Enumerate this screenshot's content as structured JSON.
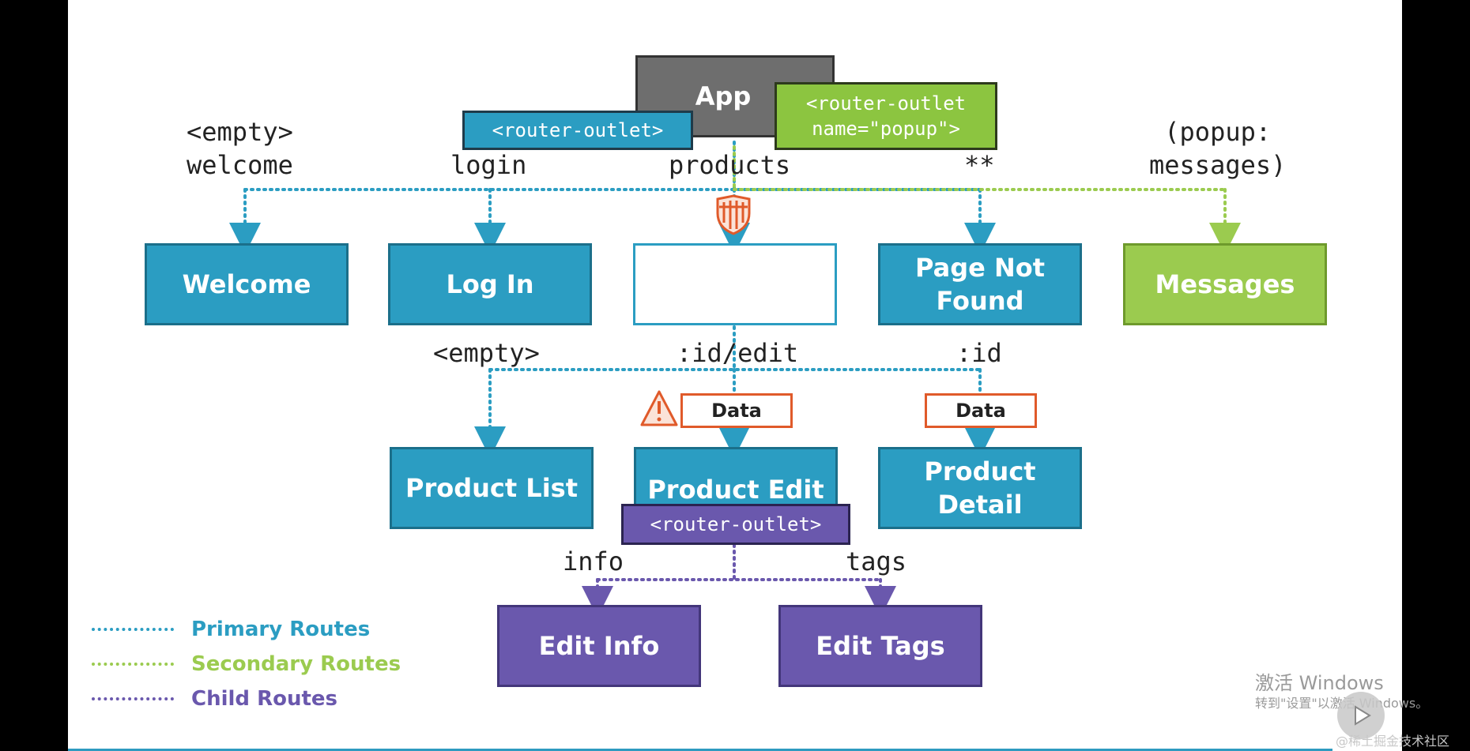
{
  "boxes": {
    "app": "App",
    "welcome": "Welcome",
    "login": "Log In",
    "products": "",
    "page_not_found": "Page Not Found",
    "messages": "Messages",
    "product_list": "Product List",
    "product_edit": "Product Edit",
    "product_detail": "Product Detail",
    "edit_info": "Edit Info",
    "edit_tags": "Edit Tags"
  },
  "outlets": {
    "primary": "<router-outlet>",
    "popup": "<router-outlet name=\"popup\">",
    "child": "<router-outlet>"
  },
  "route_labels": {
    "welcome": "<empty>\nwelcome",
    "login": "login",
    "products": "products",
    "wildcard": "**",
    "popup": "(popup:\nmessages)",
    "product_list": "<empty>",
    "product_edit": ":id/edit",
    "product_detail": ":id",
    "info": "info",
    "tags": "tags"
  },
  "badges": {
    "edit_data": "Data",
    "detail_data": "Data"
  },
  "legend": [
    {
      "label": "Primary Routes",
      "color": "#2b9dc2"
    },
    {
      "label": "Secondary Routes",
      "color": "#9bcb4f"
    },
    {
      "label": "Child Routes",
      "color": "#6a58ad"
    }
  ],
  "watermark": {
    "title": "激活 Windows",
    "subtitle": "转到\"设置\"以激活 Windows。",
    "credit": "@稀土掘金技术社区"
  },
  "colors": {
    "primary": "#2b9dc2",
    "secondary": "#9bcb4f",
    "child": "#6a58ad",
    "warning": "#e05a2a",
    "app": "#6e6e6e"
  }
}
